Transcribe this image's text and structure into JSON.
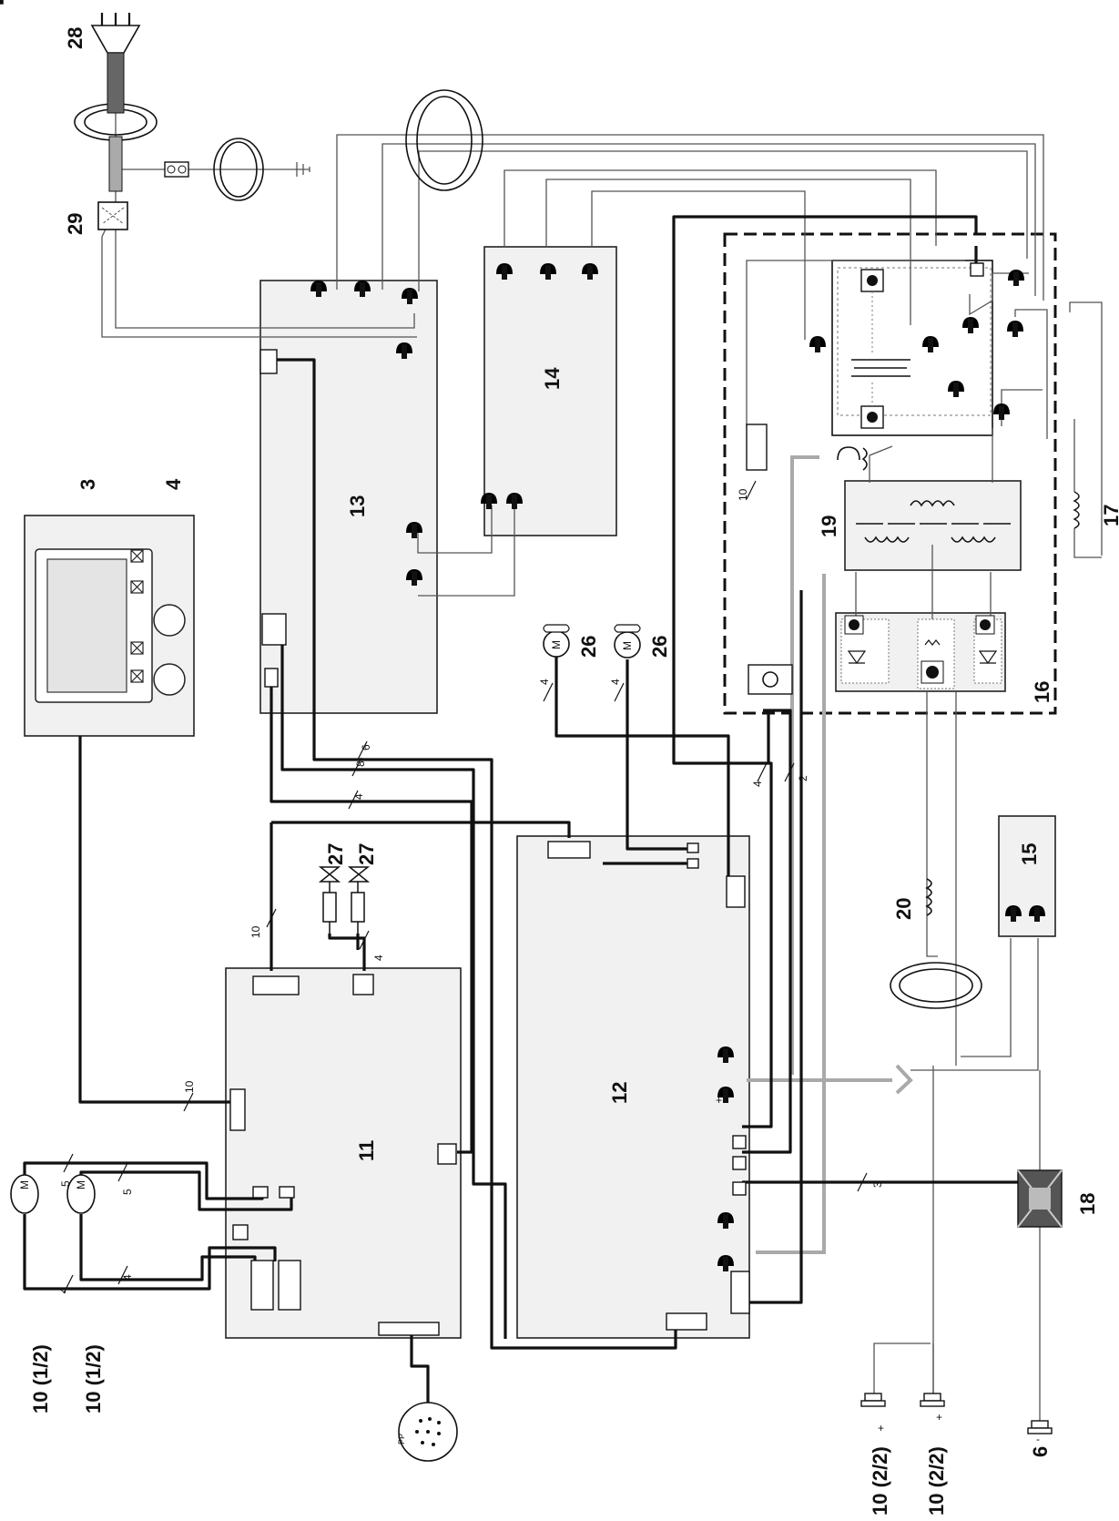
{
  "diagram": {
    "components": {
      "c3": "3",
      "c4": "4",
      "c6": "6",
      "c10a": "10 (1/2)",
      "c10b": "10 (1/2)",
      "c10c": "10 (2/2)",
      "c10d": "10 (2/2)",
      "c11": "11",
      "c12": "12",
      "c13": "13",
      "c14": "14",
      "c15": "15",
      "c16": "16",
      "c17": "17",
      "c18": "18",
      "c19": "19",
      "c20": "20",
      "c26a": "26",
      "c26b": "26",
      "c27a": "27",
      "c27b": "27",
      "c28": "28",
      "c29": "29"
    },
    "wire_counts": {
      "w10_display": "10",
      "w10_top": "10",
      "w10_right": "10",
      "w4_valves": "4",
      "w6": "6",
      "w8": "8",
      "w4_mid": "4",
      "w4_fan1": "4",
      "w4_fan2": "4",
      "w4_right": "4",
      "w2_right": "2",
      "w3": "3",
      "w5a": "5",
      "w5b": "5",
      "w4a": "4",
      "w4b": "4"
    },
    "polarity": {
      "plus1": "+",
      "plus2": "+",
      "minus": "-",
      "dot_plus": "+"
    },
    "motor_symbol": "M",
    "probe_label": "PP"
  }
}
